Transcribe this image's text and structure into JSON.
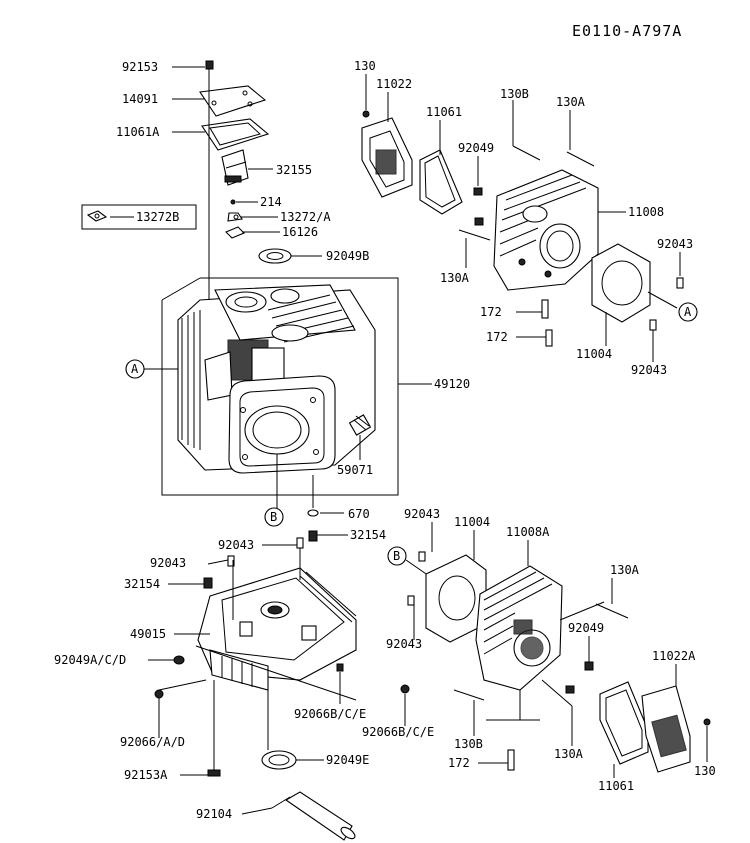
{
  "diagram_code": "E0110-A797A",
  "callout_markers": [
    "A",
    "B"
  ],
  "part_labels": {
    "p92153": "92153",
    "p14091": "14091",
    "p11061A": "11061A",
    "p32155": "32155",
    "p214": "214",
    "p13272A": "13272/A",
    "p13272B": "13272B",
    "p16126": "16126",
    "p92049B": "92049B",
    "p49120": "49120",
    "p59071": "59071",
    "p670": "670",
    "p130_top": "130",
    "p11022": "11022",
    "p11061_top": "11061",
    "p130B_top": "130B",
    "p130A_top": "130A",
    "p92049_top": "92049",
    "p11008": "11008",
    "p92043_r1": "92043",
    "p130A_left": "130A",
    "p172_a": "172",
    "p172_b": "172",
    "p11004_top": "11004",
    "p92043_r2": "92043",
    "p92043_l1": "92043",
    "p92043_l2": "92043",
    "p32154_a": "32154",
    "p32154_b": "32154",
    "p49015": "49015",
    "p92049ACD": "92049A/C/D",
    "p92066AD": "92066/A/D",
    "p92066BCE_a": "92066B/C/E",
    "p92066BCE_b": "92066B/C/E",
    "p92153A": "92153A",
    "p92049E": "92049E",
    "p92104": "92104",
    "p92043_m1": "92043",
    "p11004_b": "11004",
    "p11008A": "11008A",
    "p130A_r": "130A",
    "p92049_b": "92049",
    "p92043_m2": "92043",
    "p11022A": "11022A",
    "p130_b": "130",
    "p11061_b": "11061",
    "p130B_b": "130B",
    "p130A_b": "130A",
    "p172_c": "172"
  }
}
